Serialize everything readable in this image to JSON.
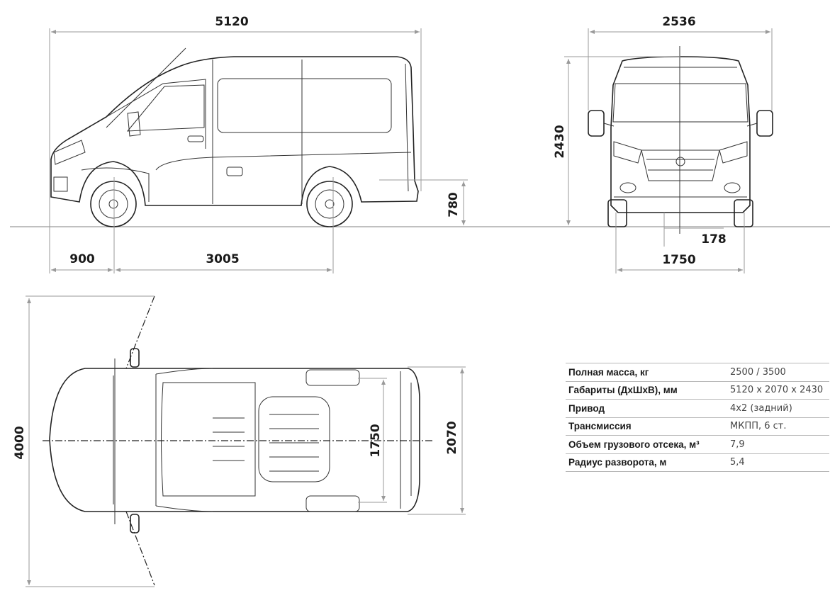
{
  "dimensions": {
    "side_length": "5120",
    "front_axle_overhang": "900",
    "wheelbase": "3005",
    "body_floor_height": "780",
    "total_height": "2430",
    "width_with_mirrors": "2536",
    "track_width": "1750",
    "ground_clearance": "178",
    "top_turn_span": "4000",
    "top_inner_width": "1750",
    "top_body_width": "2070"
  },
  "specs": [
    {
      "label": "Полная масса, кг",
      "value": "2500 / 3500"
    },
    {
      "label": "Габариты (ДхШхВ), мм",
      "value": "5120 х 2070 х 2430"
    },
    {
      "label": "Привод",
      "value": "4x2 (задний)"
    },
    {
      "label": "Трансмиссия",
      "value": "МКПП, 6 ст."
    },
    {
      "label": "Объем грузового отсека, м³",
      "value": "7,9"
    },
    {
      "label": "Радиус разворота, м",
      "value": "5,4"
    }
  ],
  "colors": {
    "line": "#222222",
    "dimension": "#9a9a9a",
    "text": "#1a1a1a"
  }
}
